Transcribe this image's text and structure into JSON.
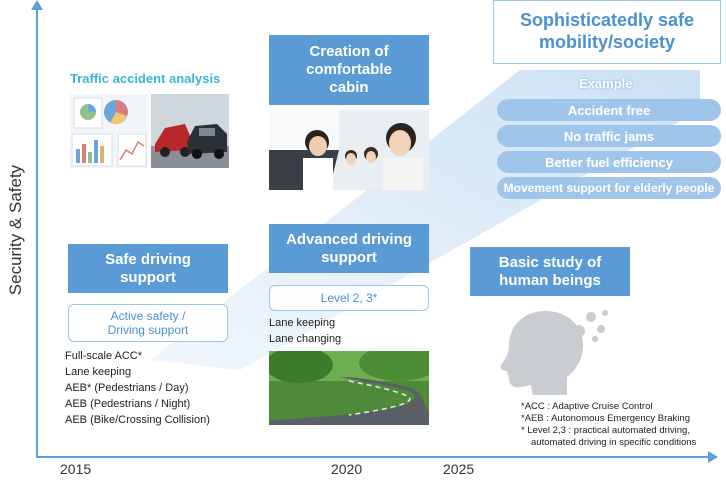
{
  "axes": {
    "y_label": "Security & Safety",
    "x_ticks": [
      "2015",
      "2020",
      "2025"
    ]
  },
  "goal": {
    "title_line1": "Sophisticatedly safe",
    "title_line2": "mobility/society",
    "example_label": "Example",
    "examples": [
      "Accident free",
      "No traffic jams",
      "Better fuel efficiency",
      "Movement support for elderly people"
    ]
  },
  "traffic_analysis": {
    "title": "Traffic accident analysis"
  },
  "comfortable_cabin": {
    "title_line1": "Creation of",
    "title_line2": "comfortable",
    "title_line3": "cabin"
  },
  "safe_driving": {
    "title_line1": "Safe driving",
    "title_line2": "support",
    "sub_line1": "Active safety /",
    "sub_line2": "Driving support",
    "features": [
      "Full-scale ACC*",
      "Lane keeping",
      "AEB* (Pedestrians / Day)",
      "AEB (Pedestrians / Night)",
      "AEB (Bike/Crossing Collision)"
    ]
  },
  "advanced_driving": {
    "title_line1": "Advanced driving",
    "title_line2": "support",
    "level": "Level 2, 3*",
    "features": [
      "Lane keeping",
      "Lane changing"
    ]
  },
  "human_study": {
    "title_line1": "Basic study of",
    "title_line2": "human beings"
  },
  "notes": [
    "*ACC : Adaptive Cruise Control",
    "*AEB : Autonomous Emergency Braking",
    "* Level 2,3 : practical automated driving,",
    "automated driving in specific conditions"
  ],
  "colors": {
    "accent": "#5b9bd5",
    "light_accent": "#9fc6ea",
    "axis": "#5aa0dc",
    "title_text": "#4a90d2",
    "analysis_text": "#3cb4d8"
  }
}
